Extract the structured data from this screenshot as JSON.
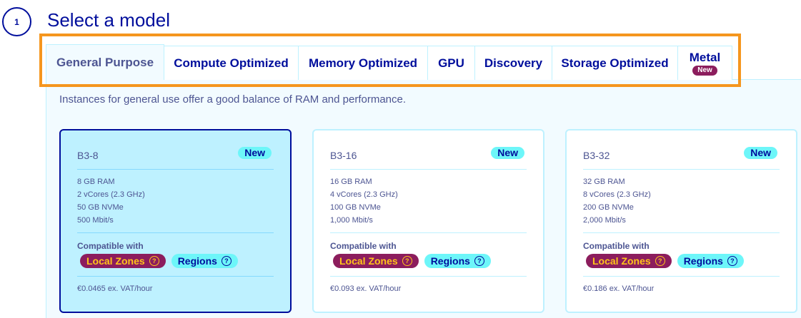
{
  "step": {
    "number": "1",
    "title": "Select a model"
  },
  "tabs": [
    {
      "label": "General Purpose",
      "active": true
    },
    {
      "label": "Compute Optimized"
    },
    {
      "label": "Memory Optimized"
    },
    {
      "label": "GPU"
    },
    {
      "label": "Discovery"
    },
    {
      "label": "Storage Optimized"
    },
    {
      "label": "Metal",
      "badge": "New"
    }
  ],
  "panel": {
    "description": "Instances for general use offer a good balance of RAM and performance."
  },
  "cards": [
    {
      "name": "B3-8",
      "badge": "New",
      "selected": true,
      "specs": [
        "8 GB RAM",
        "2 vCores (2.3 GHz)",
        "50 GB NVMe",
        "500 Mbit/s"
      ],
      "compatible_label": "Compatible with",
      "local_zones": "Local Zones",
      "regions": "Regions",
      "price": "€0.0465 ex. VAT/hour"
    },
    {
      "name": "B3-16",
      "badge": "New",
      "specs": [
        "16 GB RAM",
        "4 vCores (2.3 GHz)",
        "100 GB NVMe",
        "1,000 Mbit/s"
      ],
      "compatible_label": "Compatible with",
      "local_zones": "Local Zones",
      "regions": "Regions",
      "price": "€0.093 ex. VAT/hour"
    },
    {
      "name": "B3-32",
      "badge": "New",
      "specs": [
        "32 GB RAM",
        "8 vCores (2.3 GHz)",
        "200 GB NVMe",
        "2,000 Mbit/s"
      ],
      "compatible_label": "Compatible with",
      "local_zones": "Local Zones",
      "regions": "Regions",
      "price": "€0.186 ex. VAT/hour"
    }
  ],
  "icons": {
    "help": "question-circle-icon",
    "help_glyph": "?"
  },
  "colors": {
    "primary": "#000e9c",
    "muted_text": "#4d5592",
    "light_blue": "#bef1ff",
    "panel_bg": "#f2fbff",
    "cyan_badge": "#6df6f9",
    "local_zones_bg": "#8c1d5d",
    "local_zones_text": "#ffc41a",
    "highlight_orange": "#f5961e"
  }
}
